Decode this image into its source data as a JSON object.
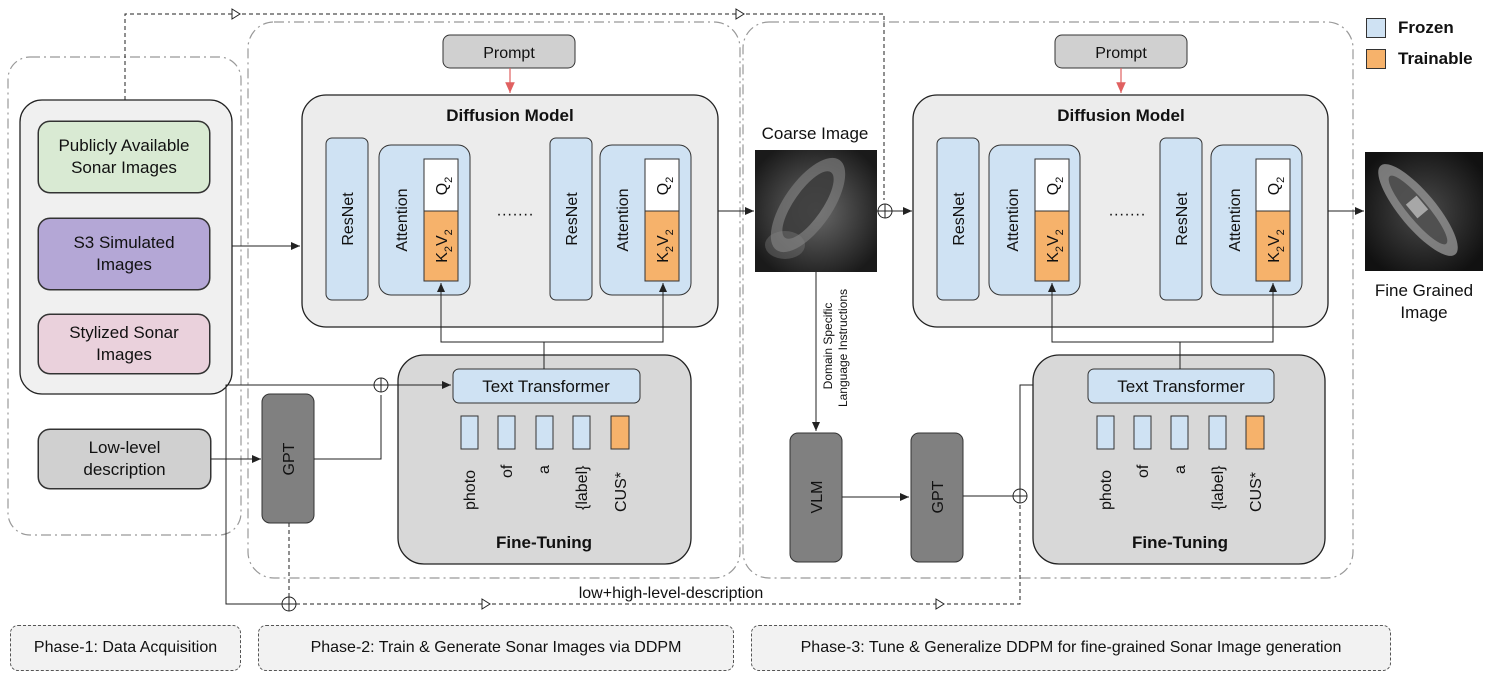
{
  "legend": {
    "frozen": {
      "label": "Frozen",
      "color": "#cfe2f3"
    },
    "trainable": {
      "label": "Trainable",
      "color": "#f6b26b"
    }
  },
  "inputs": {
    "public": "Publicly Available Sonar Images",
    "s3": "S3 Simulated Images",
    "stylized": "Stylized Sonar Images",
    "low_level": "Low-level description",
    "colors": {
      "public": "#d9ead3",
      "s3": "#b4a7d6",
      "stylized": "#ead1dc"
    }
  },
  "phase2": {
    "prompt": "Prompt",
    "diffusion_title": "Diffusion Model",
    "resnet": "ResNet",
    "attention": "Attention",
    "q": "Q",
    "q_sub": "2",
    "kv_k": "K",
    "kv_v": "V",
    "kv_sub": "2",
    "dots": "·······",
    "text_transformer": "Text Transformer",
    "tokens": [
      "photo",
      "of",
      "a",
      "{label}",
      "CUS*"
    ],
    "fine_tuning": "Fine-Tuning",
    "gpt": "GPT"
  },
  "coarse_image_label": "Coarse Image",
  "domain_instructions": [
    "Domain Specific",
    "Language Instructions"
  ],
  "phase3": {
    "prompt": "Prompt",
    "diffusion_title": "Diffusion Model",
    "resnet": "ResNet",
    "attention": "Attention",
    "q": "Q",
    "q_sub": "2",
    "kv_k": "K",
    "kv_v": "V",
    "kv_sub": "2",
    "dots": "·······",
    "text_transformer": "Text Transformer",
    "tokens": [
      "photo",
      "of",
      "a",
      "{label}",
      "CUS*"
    ],
    "fine_tuning": "Fine-Tuning",
    "vlm": "VLM",
    "gpt": "GPT"
  },
  "fine_image_label": [
    "Fine Grained",
    "Image"
  ],
  "bottom_label": "low+high-level-description",
  "phases": [
    "Phase-1: Data Acquisition",
    "Phase-2: Train & Generate Sonar Images via DDPM",
    "Phase-3: Tune & Generalize DDPM for fine-grained Sonar Image generation"
  ]
}
